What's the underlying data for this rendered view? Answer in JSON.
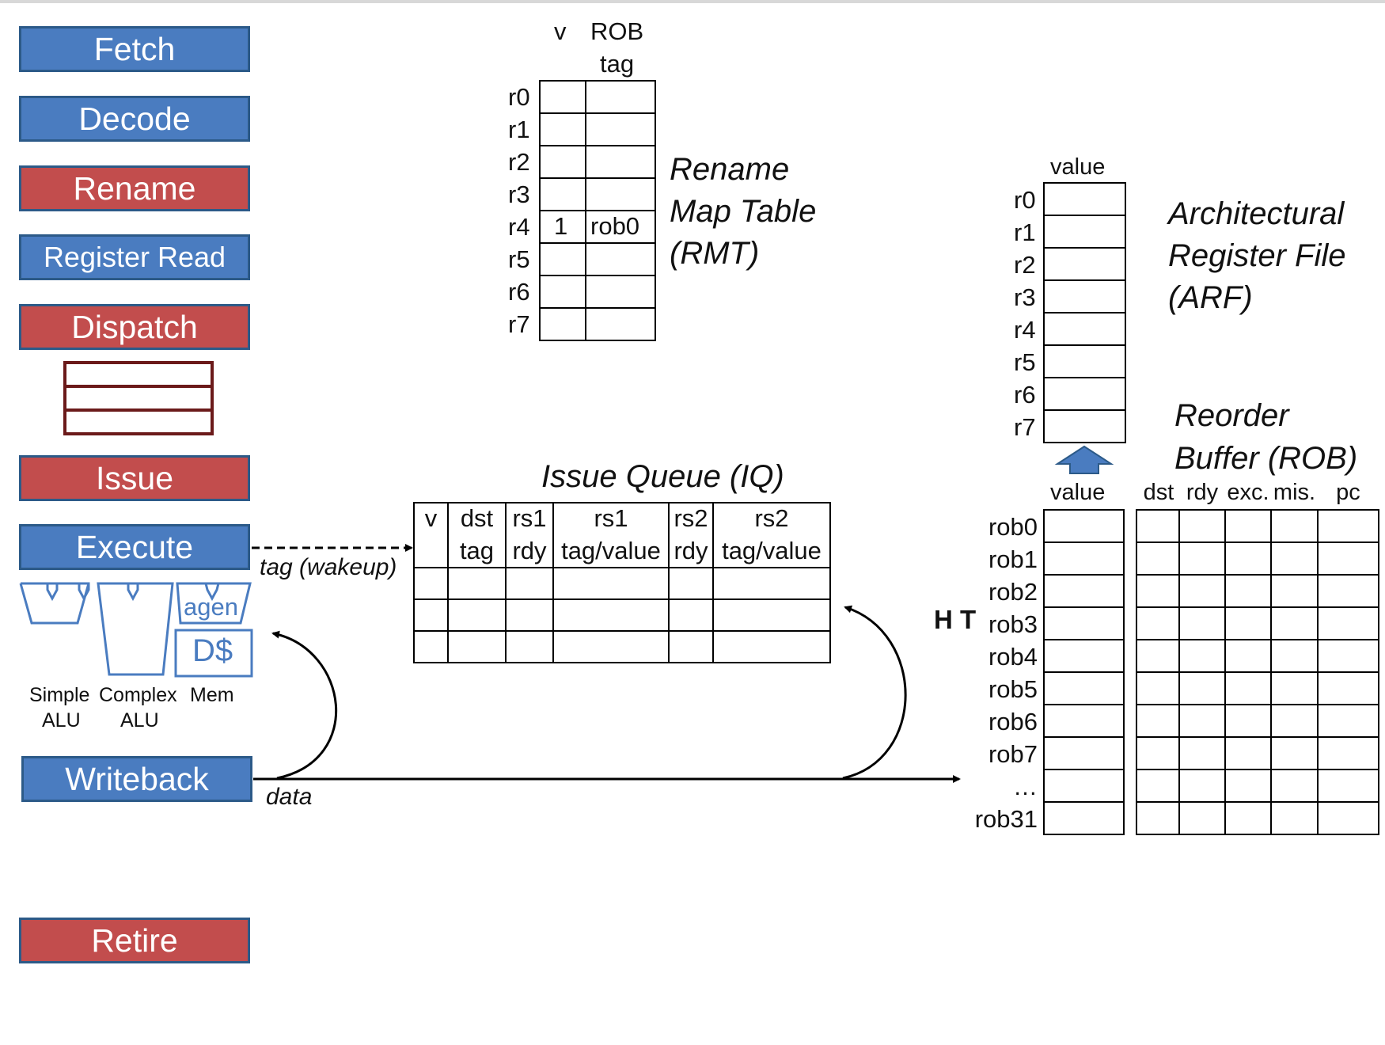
{
  "pipeline": {
    "stages": [
      {
        "label": "Fetch",
        "color": "#4a7cc0"
      },
      {
        "label": "Decode",
        "color": "#4a7cc0"
      },
      {
        "label": "Rename",
        "color": "#c24d4d"
      },
      {
        "label": "Register Read",
        "color": "#4a7cc0"
      },
      {
        "label": "Dispatch",
        "color": "#c24d4d"
      },
      {
        "label": "Issue",
        "color": "#c24d4d"
      },
      {
        "label": "Execute",
        "color": "#4a7cc0"
      },
      {
        "label": "Writeback",
        "color": "#4a7cc0"
      },
      {
        "label": "Retire",
        "color": "#c24d4d"
      }
    ],
    "exec_units": {
      "agen": "agen",
      "dcache": "D$",
      "simple": "Simple",
      "simple2": "ALU",
      "complex": "Complex",
      "complex2": "ALU",
      "mem": "Mem"
    }
  },
  "rmt": {
    "title_l1": "Rename",
    "title_l2": "Map Table",
    "title_l3": "(RMT)",
    "col_v": "v",
    "col_rob1": "ROB",
    "col_rob2": "tag",
    "rows": [
      "r0",
      "r1",
      "r2",
      "r3",
      "r4",
      "r5",
      "r6",
      "r7"
    ],
    "r4_v": "1",
    "r4_tag": "rob0"
  },
  "arf": {
    "title_l1": "Architectural",
    "title_l2": "Register File",
    "title_l3": "(ARF)",
    "col_value": "value",
    "rows": [
      "r0",
      "r1",
      "r2",
      "r3",
      "r4",
      "r5",
      "r6",
      "r7"
    ]
  },
  "iq": {
    "title": "Issue Queue (IQ)",
    "headers": [
      {
        "l1": "v",
        "l2": ""
      },
      {
        "l1": "dst",
        "l2": "tag"
      },
      {
        "l1": "rs1",
        "l2": "rdy"
      },
      {
        "l1": "rs1",
        "l2": "tag/value"
      },
      {
        "l1": "rs2",
        "l2": "rdy"
      },
      {
        "l1": "rs2",
        "l2": "tag/value"
      }
    ]
  },
  "rob": {
    "title_l1": "Reorder",
    "title_l2": "Buffer (ROB)",
    "col_value": "value",
    "cols": [
      "dst",
      "rdy",
      "exc.",
      "mis.",
      "pc"
    ],
    "rows": [
      "rob0",
      "rob1",
      "rob2",
      "rob3",
      "rob4",
      "rob5",
      "rob6",
      "rob7",
      "…",
      "rob31"
    ],
    "head_tail": "H T"
  },
  "arrows": {
    "wakeup": "tag (wakeup)",
    "data": "data"
  },
  "colors": {
    "blue_stage": "#4a7cc0",
    "red_stage": "#c24d4d",
    "dispatch_buffer": "#6b1a1a",
    "arrow_up": "#4a7cc0"
  }
}
